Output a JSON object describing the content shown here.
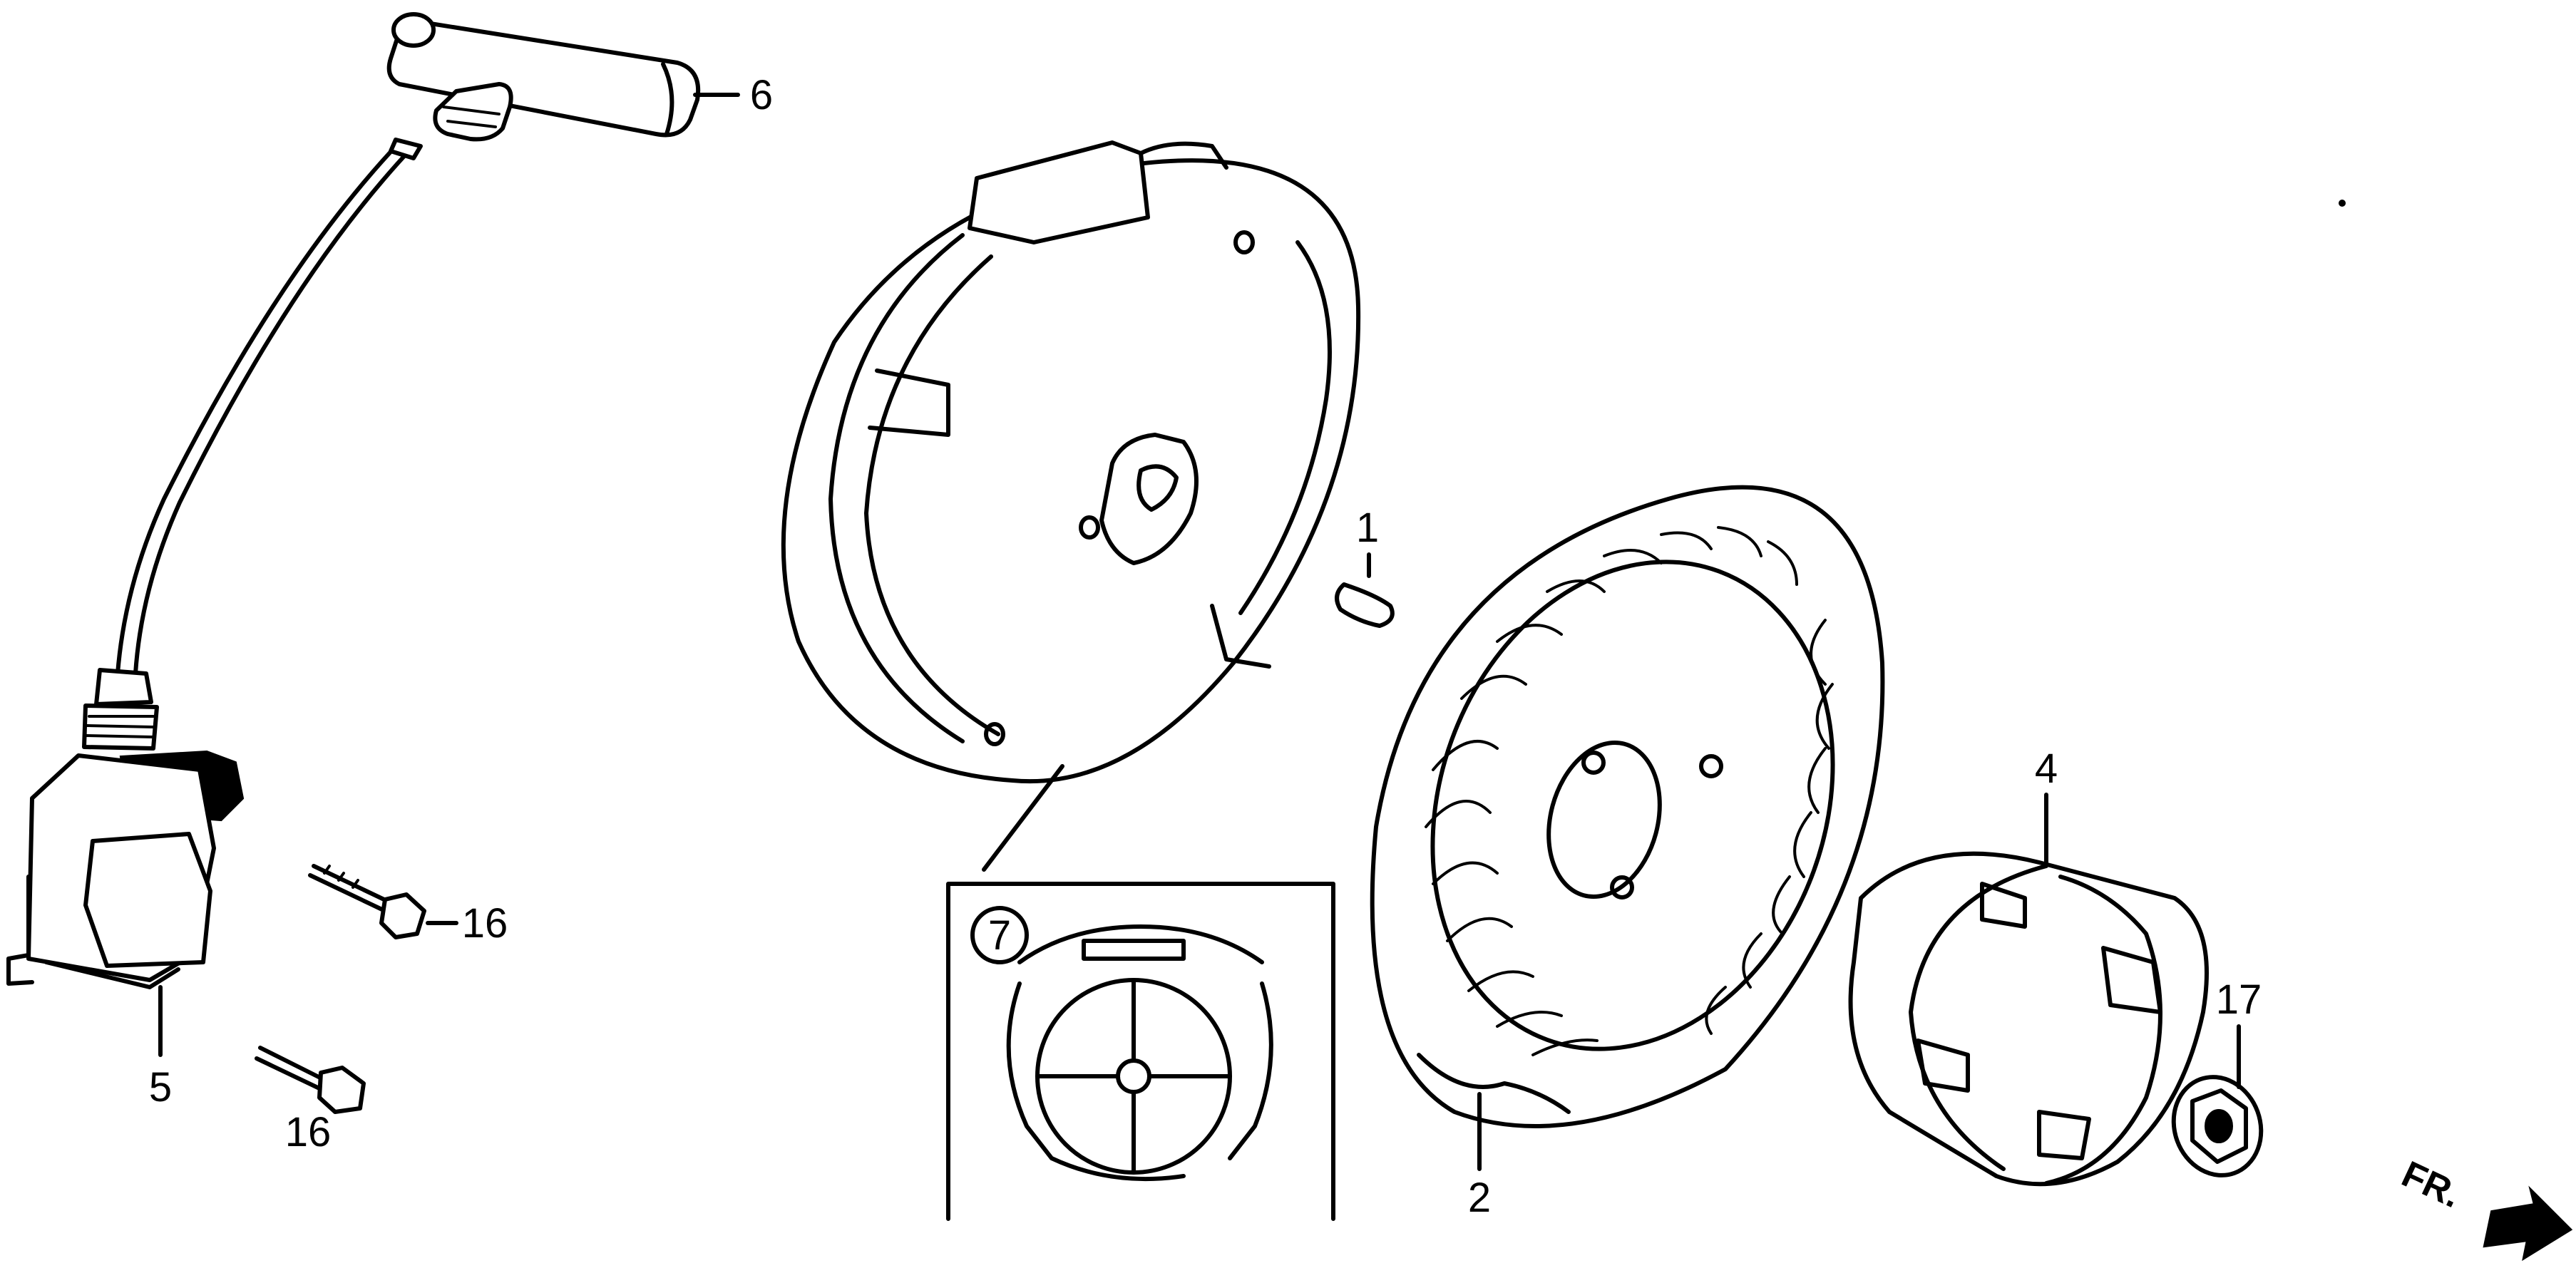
{
  "callouts": {
    "p1": "1",
    "p2": "2",
    "p4": "4",
    "p5": "5",
    "p6": "6",
    "p7": "7",
    "p16a": "16",
    "p16b": "16",
    "p17": "17"
  },
  "direction_marker": {
    "label": "FR."
  },
  "icons": {
    "front_arrow": "arrow-right-icon"
  },
  "colors": {
    "ink": "#000000",
    "paper": "#ffffff"
  }
}
